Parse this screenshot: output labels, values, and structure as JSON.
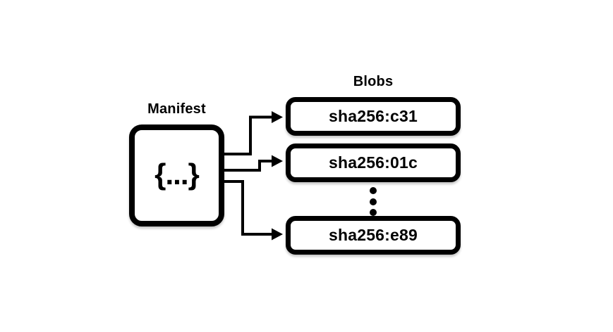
{
  "manifest": {
    "label": "Manifest",
    "content": "{...}"
  },
  "blobs": {
    "title": "Blobs",
    "items": [
      {
        "label": "sha256:c31"
      },
      {
        "label": "sha256:01c"
      },
      {
        "label": "sha256:e89"
      }
    ],
    "ellipsis_icon": "vertical-ellipsis"
  },
  "colors": {
    "stroke": "#000000",
    "background": "#ffffff"
  }
}
